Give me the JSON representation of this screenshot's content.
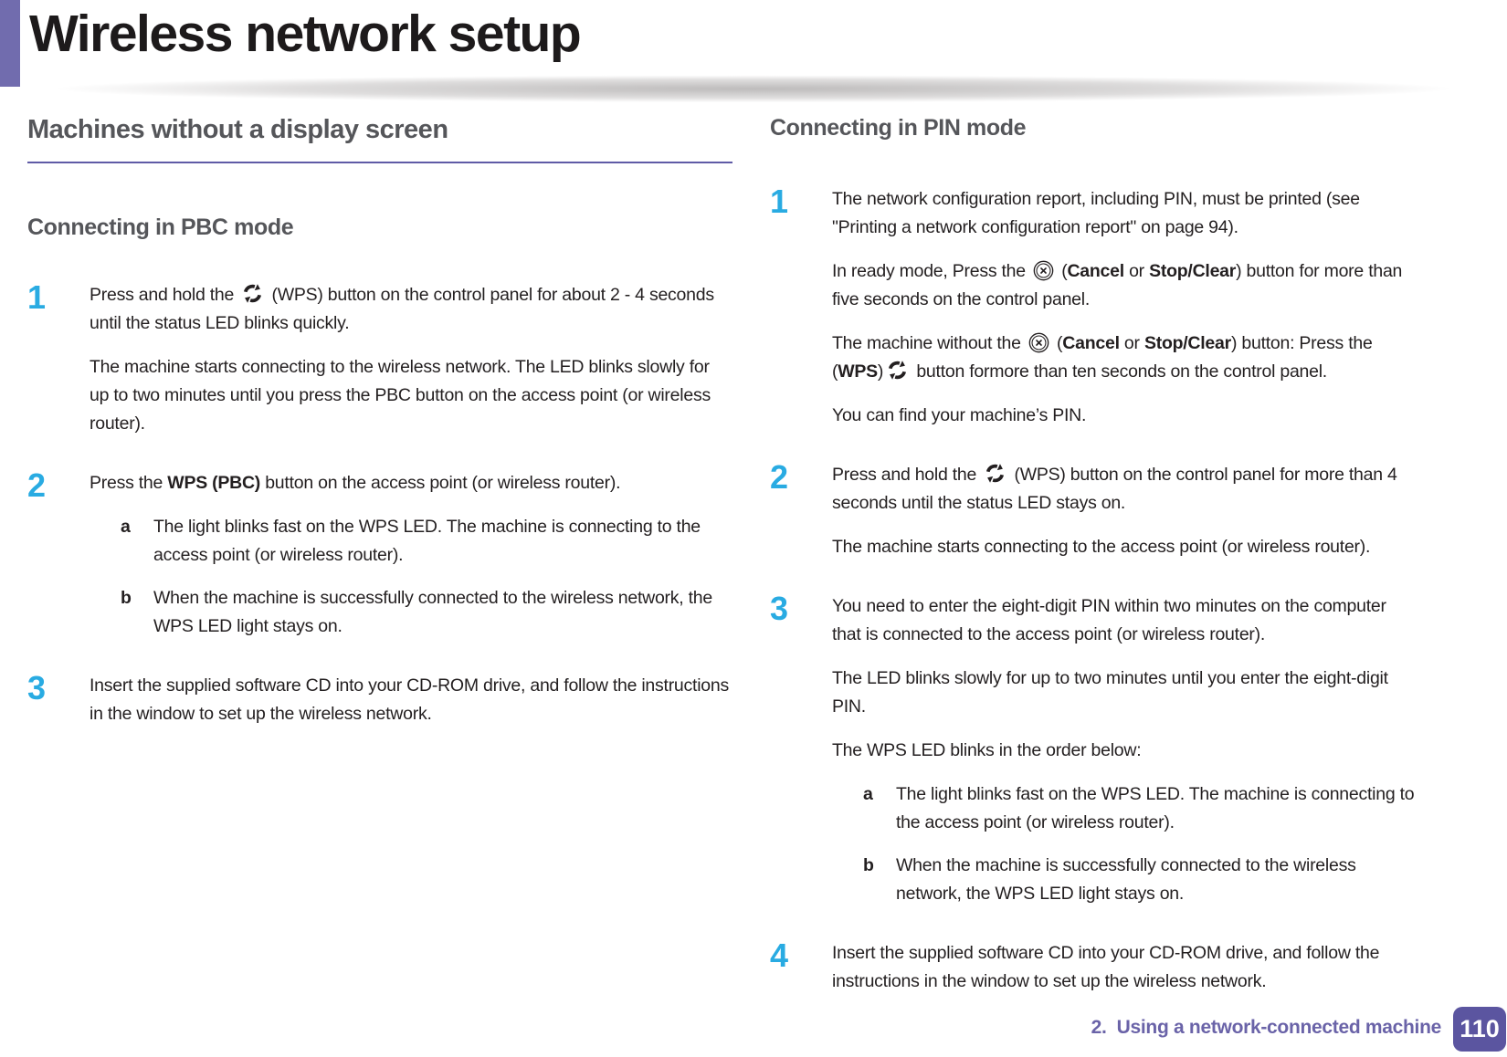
{
  "page": {
    "title": "Wireless network setup",
    "footer": {
      "chapter": "2.  Using a network-connected machine",
      "page_number": "110"
    },
    "colors": {
      "accent_bar": "#716cae",
      "step_number": "#29abe2",
      "heading": "#55565a",
      "rule": "#5f5ba6",
      "footer_text": "#6a63a8",
      "page_badge": "#5b55a0",
      "body_text": "#231f20"
    },
    "icons": {
      "wps-icon": "wps cycle arrows symbol",
      "cancel-icon": "circled x cancel/stop symbol"
    }
  },
  "left_column": {
    "section_title": "Machines without a display screen",
    "subsection_title": "Connecting in PBC mode",
    "steps": [
      {
        "number": "1",
        "paragraphs": [
          [
            {
              "text": "Press and hold the "
            },
            {
              "icon": "wps-icon"
            },
            {
              "text": " (WPS) button on the control panel for about 2 - 4 seconds until the status LED blinks quickly."
            }
          ],
          [
            {
              "text": "The machine starts connecting to the wireless network. The LED blinks slowly for up to two minutes until you press the PBC button on the access point (or wireless router)."
            }
          ]
        ],
        "substeps": []
      },
      {
        "number": "2",
        "paragraphs": [
          [
            {
              "text": "Press the "
            },
            {
              "text": "WPS (PBC)",
              "bold": true
            },
            {
              "text": " button on the access point (or wireless router)."
            }
          ]
        ],
        "substeps": [
          {
            "label": "a",
            "text": "The light blinks fast on the WPS LED. The machine is connecting to the access point (or wireless router)."
          },
          {
            "label": "b",
            "text": "When the machine is successfully connected to the wireless network, the WPS LED light stays on."
          }
        ]
      },
      {
        "number": "3",
        "paragraphs": [
          [
            {
              "text": "Insert the supplied software CD into your CD-ROM drive, and follow the instructions in the window to set up the wireless network."
            }
          ]
        ],
        "substeps": []
      }
    ]
  },
  "right_column": {
    "subsection_title": "Connecting in PIN mode",
    "steps": [
      {
        "number": "1",
        "paragraphs": [
          [
            {
              "text": "The network configuration report, including PIN, must be printed (see \"Printing a network configuration report\" on page 94)."
            }
          ],
          [
            {
              "text": "In ready mode, Press the "
            },
            {
              "icon": "cancel-icon"
            },
            {
              "text": " ("
            },
            {
              "text": "Cancel",
              "bold": true
            },
            {
              "text": " or "
            },
            {
              "text": "Stop/Clear",
              "bold": true
            },
            {
              "text": ") button for more than five seconds on the control panel."
            }
          ],
          [
            {
              "text": "The machine without the "
            },
            {
              "icon": "cancel-icon"
            },
            {
              "text": " ("
            },
            {
              "text": "Cancel",
              "bold": true
            },
            {
              "text": " or "
            },
            {
              "text": "Stop/Clear",
              "bold": true
            },
            {
              "text": ") button: Press the ("
            },
            {
              "text": "WPS",
              "bold": true
            },
            {
              "text": ")"
            },
            {
              "icon": "wps-icon"
            },
            {
              "text": " button formore than ten seconds on the control panel."
            }
          ],
          [
            {
              "text": "You can find your machine’s PIN."
            }
          ]
        ],
        "substeps": []
      },
      {
        "number": "2",
        "paragraphs": [
          [
            {
              "text": "Press and hold the "
            },
            {
              "icon": "wps-icon"
            },
            {
              "text": " (WPS) button on the control panel for more than 4 seconds until the status LED stays on."
            }
          ],
          [
            {
              "text": "The machine starts connecting to the access point (or wireless router)."
            }
          ]
        ],
        "substeps": []
      },
      {
        "number": "3",
        "paragraphs": [
          [
            {
              "text": "You need to enter the eight-digit PIN within two minutes on the computer that is connected to the access point (or wireless router)."
            }
          ],
          [
            {
              "text": "The LED blinks slowly for up to two minutes until you enter the eight-digit PIN."
            }
          ],
          [
            {
              "text": "The WPS LED blinks in the order below:"
            }
          ]
        ],
        "substeps": [
          {
            "label": "a",
            "text": "The light blinks fast on the WPS LED. The machine is connecting to the access point (or wireless router)."
          },
          {
            "label": "b",
            "text": "When the machine is successfully connected to the wireless network, the WPS LED light stays on."
          }
        ]
      },
      {
        "number": "4",
        "paragraphs": [
          [
            {
              "text": "Insert the supplied software CD into your CD-ROM drive, and follow the instructions in the window to set up the wireless network."
            }
          ]
        ],
        "substeps": []
      }
    ]
  }
}
